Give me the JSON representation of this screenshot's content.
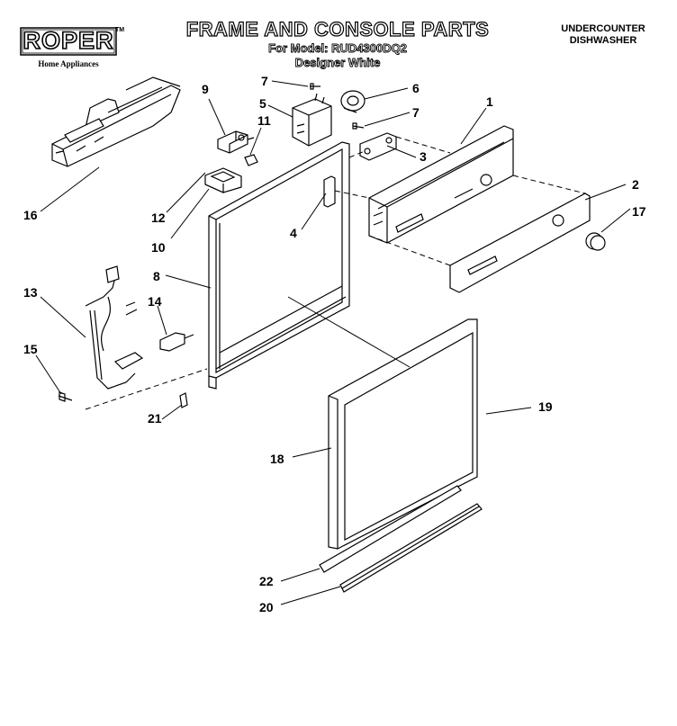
{
  "header": {
    "brand": "ROPER",
    "brand_tm": "TM",
    "brand_sub": "Home Appliances",
    "title": "FRAME AND CONSOLE PARTS",
    "model_line": "For Model: RUD4300DQ2",
    "color_line": "Designer White",
    "product_line1": "UNDERCOUNTER",
    "product_line2": "DISHWASHER"
  },
  "callouts": [
    "1",
    "2",
    "3",
    "4",
    "5",
    "6",
    "7",
    "7",
    "8",
    "9",
    "10",
    "11",
    "12",
    "13",
    "14",
    "15",
    "16",
    "17",
    "18",
    "19",
    "20",
    "21",
    "22"
  ]
}
